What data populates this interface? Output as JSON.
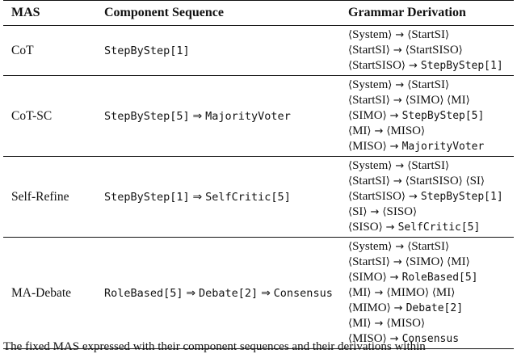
{
  "table": {
    "headers": [
      "MAS",
      "Component Sequence",
      "Grammar Derivation"
    ],
    "rows": [
      {
        "mas": "CoT",
        "sequence": [
          "StepByStep[1]"
        ],
        "derivation": [
          {
            "lhs": "System",
            "rhs": [
              {
                "nt": "StartSI"
              }
            ]
          },
          {
            "lhs": "StartSI",
            "rhs": [
              {
                "nt": "StartSISO"
              }
            ]
          },
          {
            "lhs": "StartSISO",
            "rhs": [
              {
                "t": "StepByStep[1]"
              }
            ]
          }
        ]
      },
      {
        "mas": "CoT-SC",
        "sequence": [
          "StepByStep[5]",
          "MajorityVoter"
        ],
        "derivation": [
          {
            "lhs": "System",
            "rhs": [
              {
                "nt": "StartSI"
              }
            ]
          },
          {
            "lhs": "StartSI",
            "rhs": [
              {
                "nt": "SIMO"
              },
              {
                "nt": "MI"
              }
            ]
          },
          {
            "lhs": "SIMO",
            "rhs": [
              {
                "t": "StepByStep[5]"
              }
            ]
          },
          {
            "lhs": "MI",
            "rhs": [
              {
                "nt": "MISO"
              }
            ]
          },
          {
            "lhs": "MISO",
            "rhs": [
              {
                "t": "MajorityVoter"
              }
            ]
          }
        ]
      },
      {
        "mas": "Self-Refine",
        "sequence": [
          "StepByStep[1]",
          "SelfCritic[5]"
        ],
        "derivation": [
          {
            "lhs": "System",
            "rhs": [
              {
                "nt": "StartSI"
              }
            ]
          },
          {
            "lhs": "StartSI",
            "rhs": [
              {
                "nt": "StartSISO"
              },
              {
                "nt": "SI"
              }
            ]
          },
          {
            "lhs": "StartSISO",
            "rhs": [
              {
                "t": "StepByStep[1]"
              }
            ]
          },
          {
            "lhs": "SI",
            "rhs": [
              {
                "nt": "SISO"
              }
            ]
          },
          {
            "lhs": "SISO",
            "rhs": [
              {
                "t": "SelfCritic[5]"
              }
            ]
          }
        ]
      },
      {
        "mas": "MA-Debate",
        "sequence": [
          "RoleBased[5]",
          "Debate[2]",
          "Consensus"
        ],
        "derivation": [
          {
            "lhs": "System",
            "rhs": [
              {
                "nt": "StartSI"
              }
            ]
          },
          {
            "lhs": "StartSI",
            "rhs": [
              {
                "nt": "SIMO"
              },
              {
                "nt": "MI"
              }
            ]
          },
          {
            "lhs": "SIMO",
            "rhs": [
              {
                "t": "RoleBased[5]"
              }
            ]
          },
          {
            "lhs": "MI",
            "rhs": [
              {
                "nt": "MIMO"
              },
              {
                "nt": "MI"
              }
            ]
          },
          {
            "lhs": "MIMO",
            "rhs": [
              {
                "t": "Debate[2]"
              }
            ]
          },
          {
            "lhs": "MI",
            "rhs": [
              {
                "nt": "MISO"
              }
            ]
          },
          {
            "lhs": "MISO",
            "rhs": [
              {
                "t": "Consensus"
              }
            ]
          }
        ]
      }
    ]
  },
  "symbols": {
    "derives": "→",
    "sequence_op": "⇒",
    "langle": "⟨",
    "rangle": "⟩"
  },
  "caption": "The fixed MAS expressed with their component sequences and their derivations within"
}
